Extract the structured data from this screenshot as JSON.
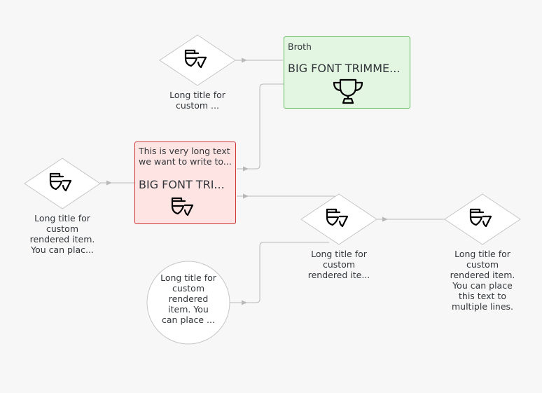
{
  "diagram": {
    "nodes": [
      {
        "id": "node-top-diamond",
        "shape": "diamond",
        "icon": "tiles-icon",
        "label": "Long title for\ncustom ..."
      },
      {
        "id": "node-broth",
        "shape": "box",
        "status": "success",
        "title": "Broth",
        "heading": "BIG FONT TRIMME...",
        "icon": "trophy-icon"
      },
      {
        "id": "node-left-diamond",
        "shape": "diamond",
        "icon": "tiles-icon",
        "label": "Long title for\ncustom\nrendered item.\nYou can plac..."
      },
      {
        "id": "node-error-box",
        "shape": "box",
        "status": "error",
        "title": "This is very long text\nwe want to write to...",
        "heading": "BIG FONT TRI...",
        "icon": "tiles-icon"
      },
      {
        "id": "node-mid-diamond",
        "shape": "diamond",
        "icon": "tiles-icon",
        "label": "Long title for\ncustom\nrendered ite..."
      },
      {
        "id": "node-right-diamond",
        "shape": "diamond",
        "icon": "tiles-icon",
        "label": "Long title for\ncustom\nrendered item.\nYou can place\nthis text to\nmultiple lines."
      },
      {
        "id": "node-circle",
        "shape": "circle",
        "label": "Long title for\ncustom\nrendered\nitem. You\ncan place ..."
      }
    ],
    "colors": {
      "success_fill": "#e3f6e1",
      "success_border": "#5fbb5a",
      "error_fill": "#ffe4e4",
      "error_border": "#cc3333",
      "connector": "#b8b8b8"
    }
  }
}
